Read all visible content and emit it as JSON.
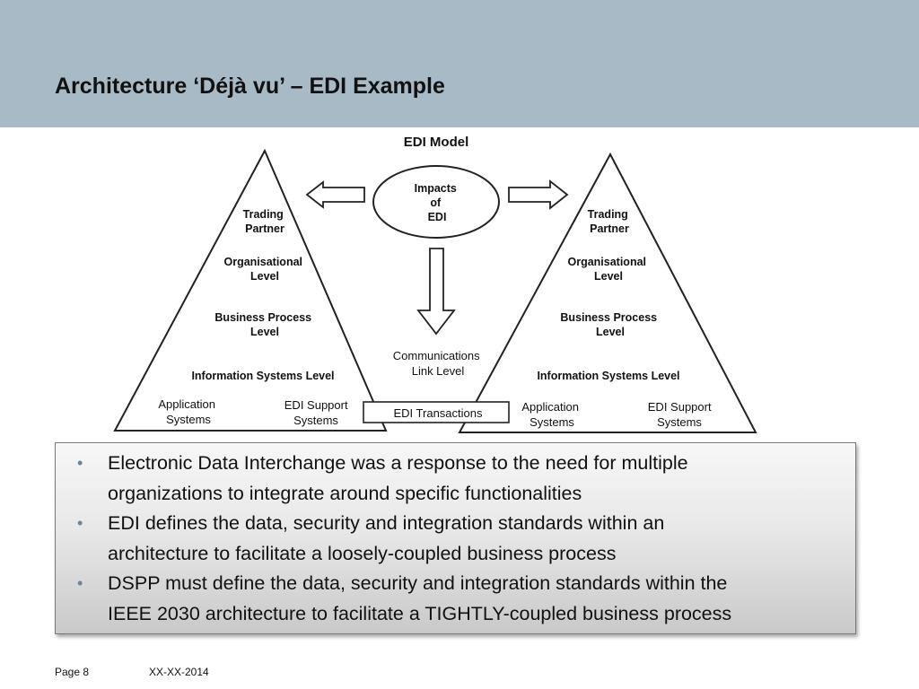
{
  "slide": {
    "title": "Architecture ‘Déjà vu’ – EDI Example"
  },
  "diagram": {
    "model_title": "EDI Model",
    "center": {
      "impacts_lines": [
        "Impacts",
        "of",
        "EDI"
      ],
      "communications_lines": [
        "Communications",
        "Link Level"
      ],
      "transactions": "EDI Transactions"
    },
    "left_triangle": {
      "trading_partner": [
        "Trading",
        "Partner"
      ],
      "organisational_level": [
        "Organisational",
        "Level"
      ],
      "business_process_level": [
        "Business Process",
        "Level"
      ],
      "information_systems_level": "Information Systems Level",
      "application_systems": [
        "Application",
        "Systems"
      ],
      "edi_support_systems": [
        "EDI Support",
        "Systems"
      ]
    },
    "right_triangle": {
      "trading_partner": [
        "Trading",
        "Partner"
      ],
      "organisational_level": [
        "Organisational",
        "Level"
      ],
      "business_process_level": [
        "Business Process",
        "Level"
      ],
      "information_systems_level": "Information Systems Level",
      "application_systems": [
        "Application",
        "Systems"
      ],
      "edi_support_systems": [
        "EDI Support",
        "Systems"
      ]
    }
  },
  "bullets": [
    {
      "marker": "•",
      "lines": [
        "Electronic Data Interchange was a response to the need for multiple",
        "organizations to integrate around specific functionalities"
      ]
    },
    {
      "marker": "•",
      "lines": [
        "EDI defines the data, security and integration standards within an",
        "architecture to facilitate a loosely-coupled business process"
      ]
    },
    {
      "marker": "•",
      "lines": [
        "DSPP must define the data, security and integration standards within the",
        "IEEE 2030 architecture to facilitate a TIGHTLY-coupled business process"
      ]
    }
  ],
  "footer": {
    "page": "Page 8",
    "date": "XX-XX-2014"
  },
  "colors": {
    "header_band": "#a9bac7",
    "bullet_marker": "#6d8397",
    "text": "#111111"
  }
}
